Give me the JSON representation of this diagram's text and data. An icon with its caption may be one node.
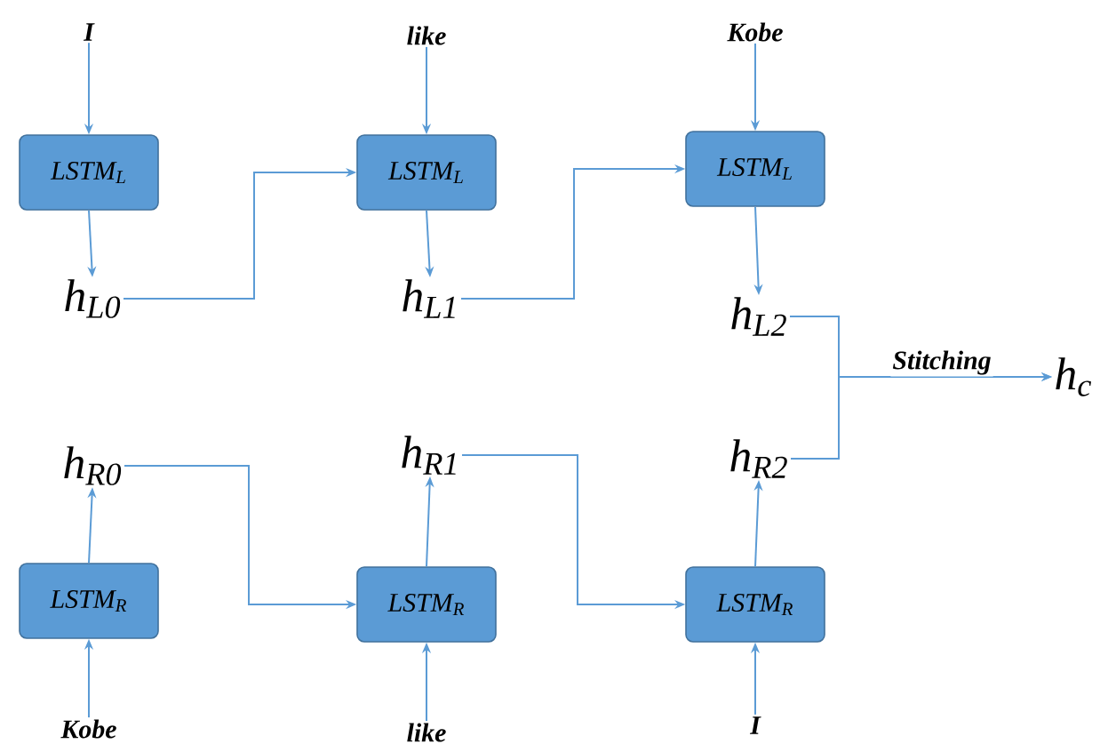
{
  "diagram": {
    "nodes": [
      {
        "text": [
          "I"
        ]
      },
      {
        "text": [
          "like"
        ]
      },
      {
        "text": [
          "Kobe"
        ]
      },
      {
        "text": [
          "LSTM$_{L}$"
        ]
      },
      {
        "text": [
          "LSTM$_{L}$"
        ]
      },
      {
        "text": [
          "LSTM$_{L}$"
        ]
      },
      {
        "text": [
          "h$_{L0}$"
        ]
      },
      {
        "text": [
          "h$_{L1}$"
        ]
      },
      {
        "text": [
          "h$_{L2}$"
        ]
      },
      {
        "text": [
          "h$_{c}$"
        ]
      },
      {
        "text": [
          "h$_{R0}$"
        ]
      },
      {
        "text": [
          "h$_{R1}$"
        ]
      },
      {
        "text": [
          "h$_{R2}$"
        ]
      },
      {
        "text": [
          "LSTM$_{R}$"
        ]
      },
      {
        "text": [
          "LSTM$_{R}$"
        ]
      },
      {
        "text": [
          "LSTM$_{R}$"
        ]
      },
      {
        "text": [
          "Kobe"
        ]
      },
      {
        "text": [
          "like"
        ]
      },
      {
        "text": [
          "I"
        ]
      }
    ],
    "edges": [
      {
        "from": 0,
        "to": 3,
        "arrow": "to"
      },
      {
        "from": 3,
        "to": 6,
        "arrow": "to"
      },
      {
        "from": 6,
        "to": 4,
        "arrow": "to"
      },
      {
        "from": 1,
        "to": 4,
        "arrow": "to"
      },
      {
        "from": 4,
        "to": 7,
        "arrow": "to"
      },
      {
        "from": 7,
        "to": 5,
        "arrow": "to"
      },
      {
        "from": 2,
        "to": 5,
        "arrow": "to"
      },
      {
        "from": 5,
        "to": 8,
        "arrow": "to"
      },
      {
        "from": 8,
        "to": 9,
        "arrow": "to",
        "label": "Stitching"
      },
      {
        "from": 12,
        "to": 9,
        "arrow": "to"
      },
      {
        "from": 16,
        "to": 13,
        "arrow": "to"
      },
      {
        "from": 13,
        "to": 10,
        "arrow": "to"
      },
      {
        "from": 10,
        "to": 14,
        "arrow": "to"
      },
      {
        "from": 17,
        "to": 14,
        "arrow": "to"
      },
      {
        "from": 14,
        "to": 11,
        "arrow": "to"
      },
      {
        "from": 11,
        "to": 15,
        "arrow": "to"
      },
      {
        "from": 18,
        "to": 15,
        "arrow": "to"
      },
      {
        "from": 15,
        "to": 12,
        "arrow": "to"
      }
    ]
  }
}
